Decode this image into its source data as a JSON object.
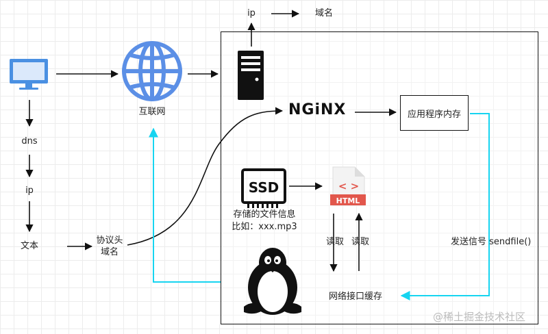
{
  "diagram": {
    "internet_label": "互联网",
    "dns_label": "dns",
    "ip_label_left": "ip",
    "text_label": "文本",
    "protocol_header_label": "协议头",
    "domain_label_left": "域名",
    "ip_label_top": "ip",
    "domain_label_top": "域名",
    "nginx_label": "NGiNX",
    "app_memory_label": "应用程序内存",
    "stored_file_info_label": "存储的文件信息",
    "example_label": "比如：xxx.mp3",
    "ssd_label": "SSD",
    "html_label": "HTML",
    "read_label_1": "读取",
    "read_label_2": "读取",
    "send_signal_label": "发送信号 sendfile()",
    "network_buffer_label": "网络接口缓存",
    "watermark": "@稀土掘金技术社区"
  },
  "colors": {
    "globe": "#5b8fe6",
    "monitor": "#4a90e2",
    "cyan_arrow": "#16d4f0",
    "html_red": "#e2574c",
    "dark": "#111111"
  }
}
